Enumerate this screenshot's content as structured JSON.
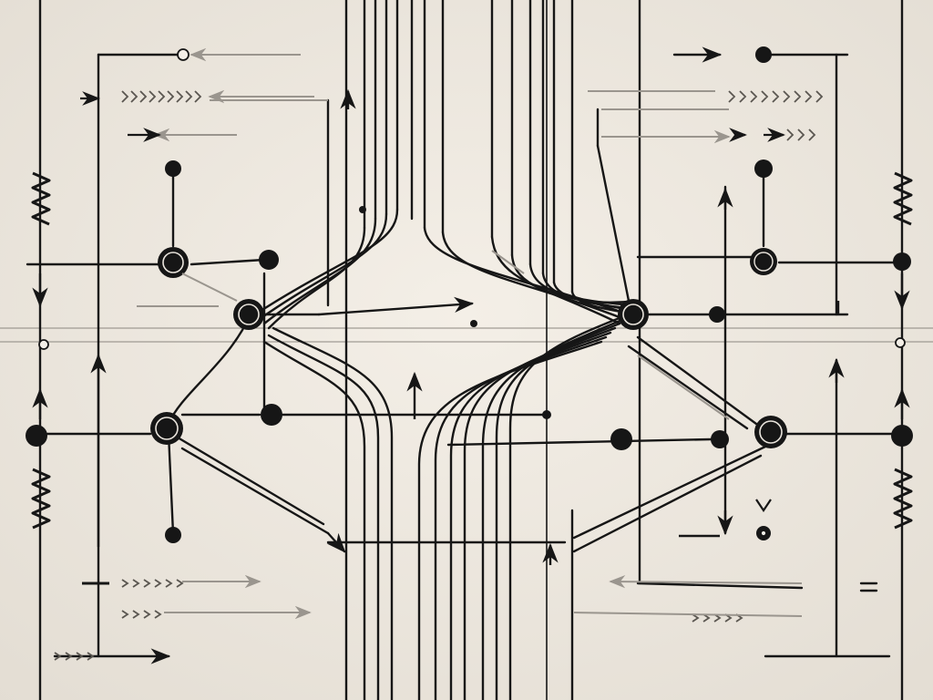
{
  "image": {
    "kind": "abstract-circuit-illustration",
    "text": []
  },
  "colors": {
    "background_center": "#f4efe7",
    "background_edge": "#e3ddd3",
    "ink": "#161616",
    "faint_ink": "#9a958e"
  },
  "nodes": {
    "hub_left_upper": "ring-node",
    "hub_left_lower": "ring-node",
    "hub_center_right": "ring-node",
    "hub_right_lower": "ring-node",
    "small_dots": 16
  },
  "icons": [
    "arrow-right-icon",
    "arrow-left-icon",
    "arrow-up-icon",
    "arrow-down-icon",
    "zigzag-spring-icon",
    "chevron-row-icon"
  ]
}
